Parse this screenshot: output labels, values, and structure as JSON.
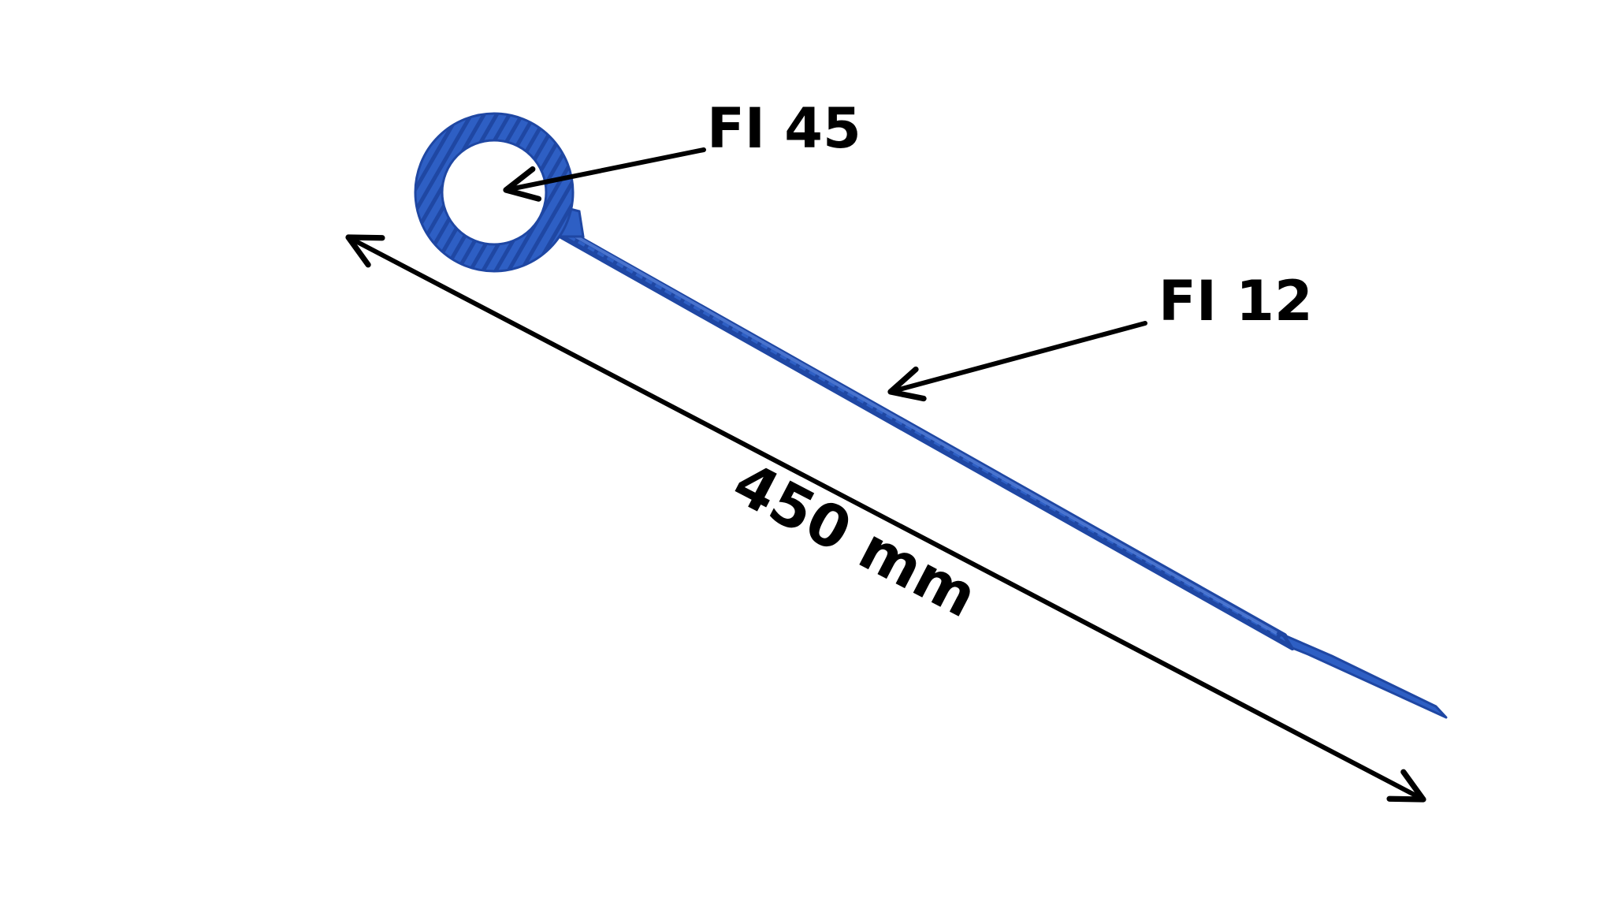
{
  "annotations": {
    "ring_diameter": "FI 45",
    "rod_diameter": "FI 12",
    "length": "450 mm"
  },
  "colors": {
    "rod": "#2e5fc4",
    "rod_dark": "#1f47a3",
    "rod_light": "#5b86e0",
    "arrow": "#000000",
    "background": "#ffffff"
  },
  "icons": {
    "dimension_arrow": "double-headed-arrow",
    "pointer_arrow": "arrowhead-pointer"
  }
}
